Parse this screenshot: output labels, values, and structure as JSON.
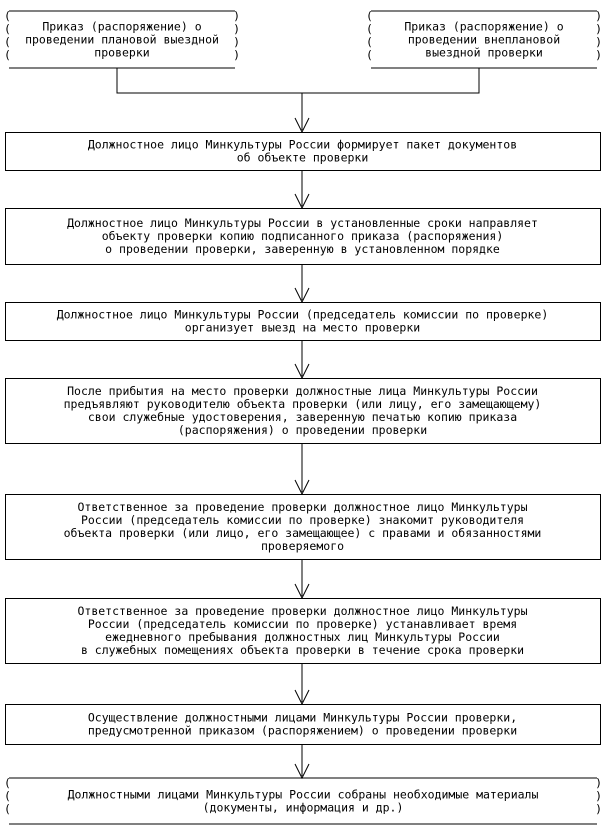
{
  "diagram": {
    "start_nodes": [
      {
        "lines": [
          "Приказ (распоряжение) о",
          "проведении плановой выездной",
          "проверки"
        ]
      },
      {
        "lines": [
          "Приказ (распоряжение) о",
          "проведении внеплановой",
          "выездной проверки"
        ]
      }
    ],
    "steps": [
      {
        "lines": [
          "Должностное лицо Минкультуры России формирует пакет документов",
          "об объекте проверки"
        ]
      },
      {
        "lines": [
          "Должностное лицо Минкультуры России в установленные сроки направляет",
          "объекту проверки копию подписанного приказа (распоряжения)",
          "о проведении проверки, заверенную в установленном порядке"
        ]
      },
      {
        "lines": [
          "Должностное лицо Минкультуры России (председатель комиссии по проверке)",
          "организует выезд на место проверки"
        ]
      },
      {
        "lines": [
          "После прибытия на место проверки должностные лица Минкультуры России",
          "предъявляют руководителю объекта проверки (или лицу, его замещающему)",
          "свои служебные удостоверения, заверенную печатью копию приказа",
          "(распоряжения) о проведении проверки"
        ]
      },
      {
        "lines": [
          "Ответственное за проведение проверки должностное лицо Минкультуры",
          "России (председатель комиссии по проверке) знакомит руководителя",
          "объекта проверки (или лицо, его замещающее) с правами и обязанностями",
          "проверяемого"
        ]
      },
      {
        "lines": [
          "Ответственное за проведение проверки должностное лицо Минкультуры",
          "России (председатель комиссии по проверке) устанавливает время",
          "ежедневного пребывания должностных лиц Минкультуры России",
          "в служебных помещениях объекта проверки в течение срока проверки"
        ]
      },
      {
        "lines": [
          "Осуществление должностными лицами Минкультуры России проверки,",
          "предусмотренной приказом (распоряжением) о проведении проверки"
        ]
      }
    ],
    "end_node": {
      "lines": [
        "Должностными лицами Минкультуры России собраны необходимые материалы",
        "(документы, информация и др.)"
      ]
    }
  }
}
